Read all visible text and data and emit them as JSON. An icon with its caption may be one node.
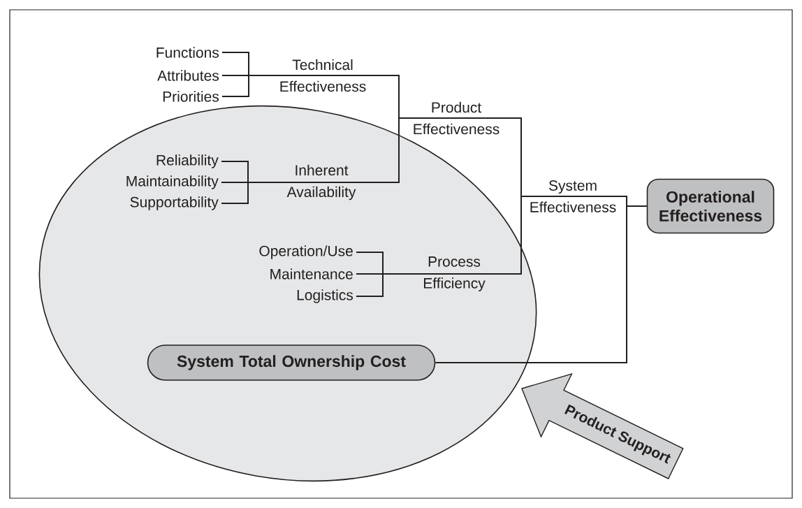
{
  "diagram": {
    "nodes": [
      {
        "text": [],
        "shape": "ellipse"
      },
      {
        "text": [
          "Functions"
        ]
      },
      {
        "text": [
          "Attributes"
        ]
      },
      {
        "text": [
          "Priorities"
        ]
      },
      {
        "text": [
          "Technical Effectiveness"
        ]
      },
      {
        "text": [
          "Product Effectiveness"
        ]
      },
      {
        "text": [
          "Reliability"
        ],
        "in": 0
      },
      {
        "text": [
          "Maintainability"
        ],
        "in": 0
      },
      {
        "text": [
          "Supportability"
        ],
        "in": 0
      },
      {
        "text": [
          "Inherent Availability"
        ],
        "in": 0
      },
      {
        "text": [
          "Operation/Use"
        ],
        "in": 0
      },
      {
        "text": [
          "Maintenance"
        ],
        "in": 0
      },
      {
        "text": [
          "Logistics"
        ],
        "in": 0
      },
      {
        "text": [
          "Process Efficiency"
        ],
        "in": 0
      },
      {
        "text": [
          "System Effectiveness"
        ]
      },
      {
        "text": [
          "Operational Effectiveness"
        ]
      },
      {
        "text": [
          "System Total Ownership Cost"
        ],
        "in": 0
      },
      {
        "text": [
          "Product Support"
        ]
      }
    ],
    "edges": [
      {
        "from": 1,
        "to": 4,
        "arrow": "none"
      },
      {
        "from": 2,
        "to": 4,
        "arrow": "none"
      },
      {
        "from": 3,
        "to": 4,
        "arrow": "none"
      },
      {
        "from": 4,
        "to": 5,
        "arrow": "none"
      },
      {
        "from": 6,
        "to": 9,
        "arrow": "none"
      },
      {
        "from": 7,
        "to": 9,
        "arrow": "none"
      },
      {
        "from": 8,
        "to": 9,
        "arrow": "none"
      },
      {
        "from": 9,
        "to": 5,
        "arrow": "none"
      },
      {
        "from": 10,
        "to": 13,
        "arrow": "none"
      },
      {
        "from": 11,
        "to": 13,
        "arrow": "none"
      },
      {
        "from": 12,
        "to": 13,
        "arrow": "none"
      },
      {
        "from": 5,
        "to": 14,
        "arrow": "none"
      },
      {
        "from": 13,
        "to": 14,
        "arrow": "none"
      },
      {
        "from": 14,
        "to": 15,
        "arrow": "none"
      },
      {
        "from": 16,
        "to": 15,
        "arrow": "none"
      }
    ]
  }
}
